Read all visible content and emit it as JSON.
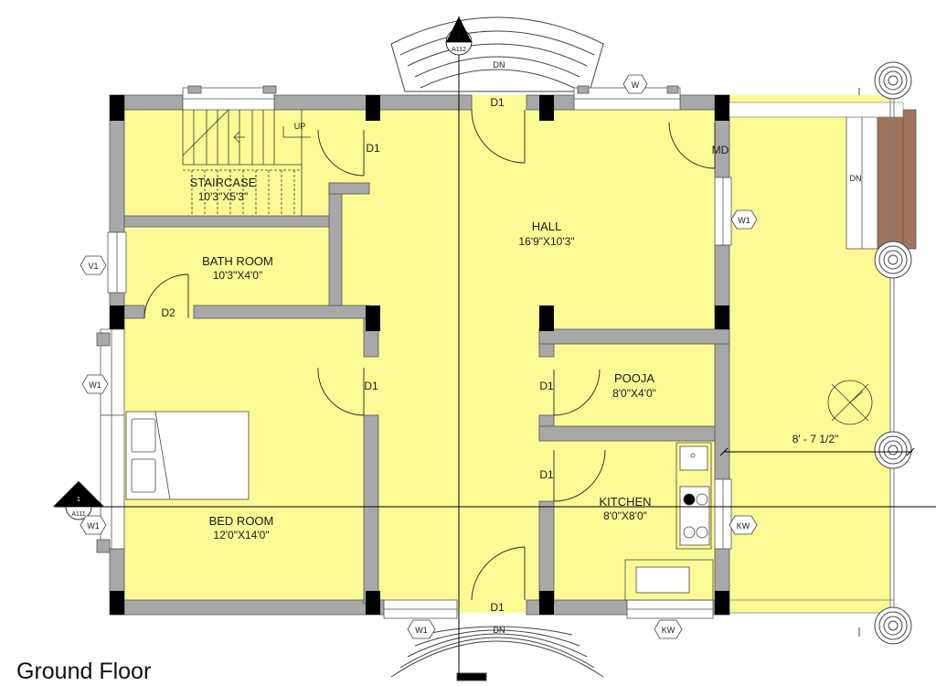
{
  "title": "Ground Floor",
  "rooms": {
    "staircase": {
      "name": "STAIRCASE",
      "size": "10'3\"X5'3\""
    },
    "bathroom": {
      "name": "BATH ROOM",
      "size": "10'3\"X4'0\""
    },
    "hall": {
      "name": "HALL",
      "size": "16'9\"X10'3\""
    },
    "pooja": {
      "name": "POOJA",
      "size": "8'0\"X4'0\""
    },
    "kitchen": {
      "name": "KITCHEN",
      "size": "8'0\"X8'0\""
    },
    "bedroom": {
      "name": "BED ROOM",
      "size": "12'0\"X14'0\""
    }
  },
  "labels": {
    "up": "UP",
    "dn": "DN",
    "d1": "D1",
    "d2": "D2",
    "md": "MD",
    "w": "W",
    "w1": "W1",
    "v1": "V1",
    "kw": "KW",
    "dimension": "8' - 7 1/2\""
  },
  "section_marks": {
    "top": {
      "number": "1",
      "ref": "A112"
    },
    "left": {
      "number": "1",
      "ref": "A111"
    }
  },
  "colors": {
    "floor": "#fbfb96",
    "wall": "#a8a8a8",
    "column": "#000000",
    "stair_wood": "#a0745a"
  }
}
